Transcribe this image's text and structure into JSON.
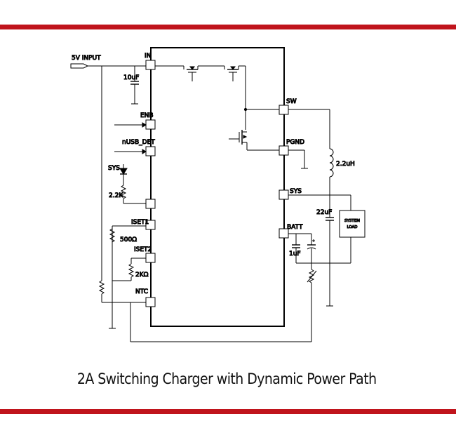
{
  "colors": {
    "accent_bar": "#c0141c",
    "ink": "#000000"
  },
  "caption": "2A Switching Charger with Dynamic Power Path",
  "schematic": {
    "input_label": "5V INPUT",
    "pins": {
      "in": "IN",
      "enb": "ENB",
      "nusb_det": "nUSB_DET",
      "iset1": "ISET1",
      "iset2": "ISET2",
      "ntc": "NTC",
      "sw": "SW",
      "pgnd": "PGND",
      "sys": "SYS",
      "batt": "BATT"
    },
    "components": {
      "c_in": "10uF",
      "r_sys": "2.2K",
      "r_iset1": "500Ω",
      "r_iset2": "2KΩ",
      "inductor": "2.2uH",
      "c_sys": "22uF",
      "c_batt": "1uF",
      "sys_label": "SYS",
      "load_line1": "SYSTEM",
      "load_line2": "LOAD"
    }
  }
}
